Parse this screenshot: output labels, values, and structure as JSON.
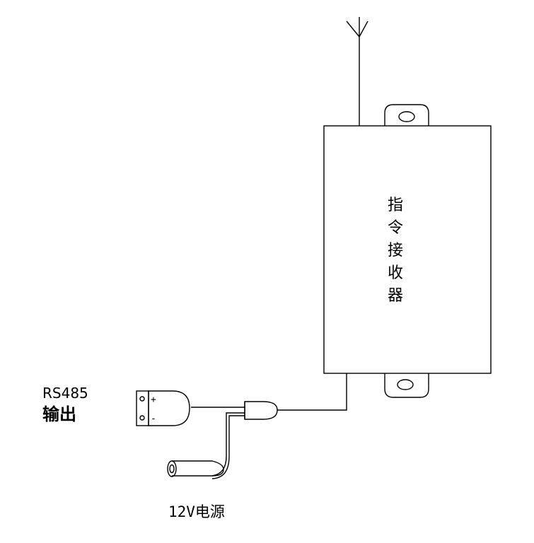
{
  "device": {
    "label": "指令接收器"
  },
  "rs485": {
    "line1": "RS485",
    "line2": "输出",
    "plus": "+",
    "minus": "-"
  },
  "power": {
    "label": "12V电源"
  }
}
